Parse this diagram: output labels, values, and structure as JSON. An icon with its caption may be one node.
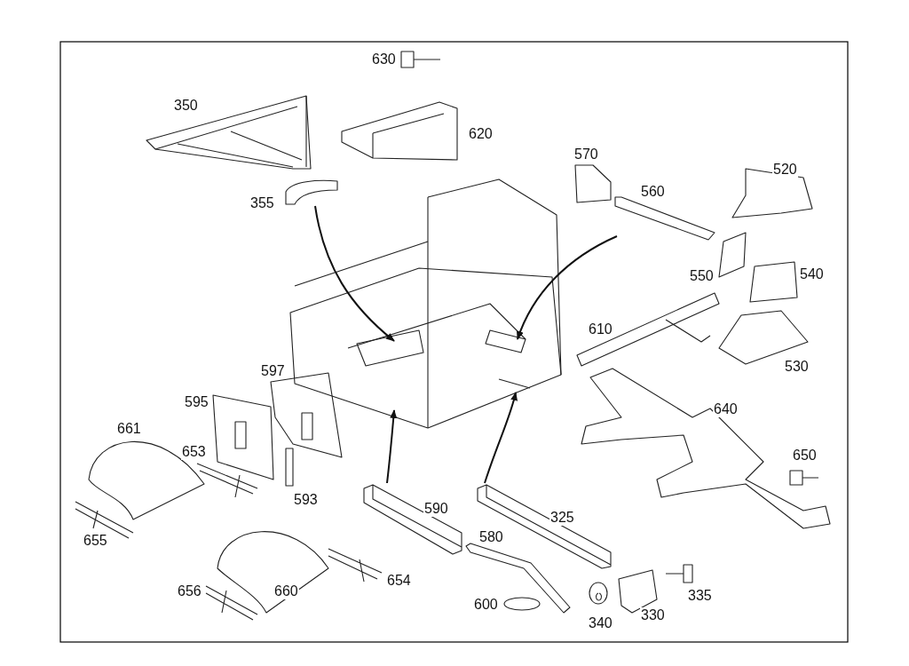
{
  "diagram": {
    "nodes": [
      {
        "text": [],
        "shape": "picture"
      },
      {
        "text": [],
        "shape": "picture"
      },
      {
        "text": [],
        "shape": "picture"
      },
      {
        "text": [],
        "shape": "picture"
      }
    ],
    "edges": [
      {
        "from": 1,
        "to": 0,
        "arrow": "to"
      },
      {
        "from": null,
        "to": 0,
        "arrow": "to"
      },
      {
        "from": 2,
        "to": 0,
        "arrow": "to"
      },
      {
        "from": 3,
        "to": 0,
        "arrow": "to"
      }
    ],
    "labels": [
      "630",
      "350",
      "620",
      "570",
      "520",
      "560",
      "355",
      "550",
      "540",
      "610",
      "530",
      "597",
      "640",
      "595",
      "661",
      "653",
      "650",
      "593",
      "590",
      "655",
      "325",
      "580",
      "660",
      "654",
      "656",
      "335",
      "600",
      "330",
      "340"
    ]
  }
}
